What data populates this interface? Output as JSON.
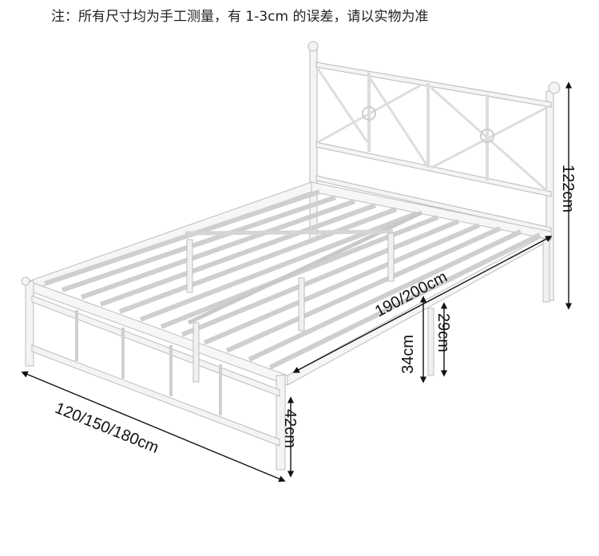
{
  "note": "注：所有尺寸均为手工测量，有 1-3cm 的误差，请以实物为准",
  "dimensions": {
    "height_headboard": "122cm",
    "length": "190/200cm",
    "width": "120/150/180cm",
    "leg_height": "42cm",
    "support_leg_34": "34cm",
    "support_leg_29": "29cm"
  },
  "colors": {
    "frame": "#f4f4f4",
    "frame_edge": "#b9b9b9",
    "dim_line": "#111111",
    "background": "#ffffff"
  }
}
